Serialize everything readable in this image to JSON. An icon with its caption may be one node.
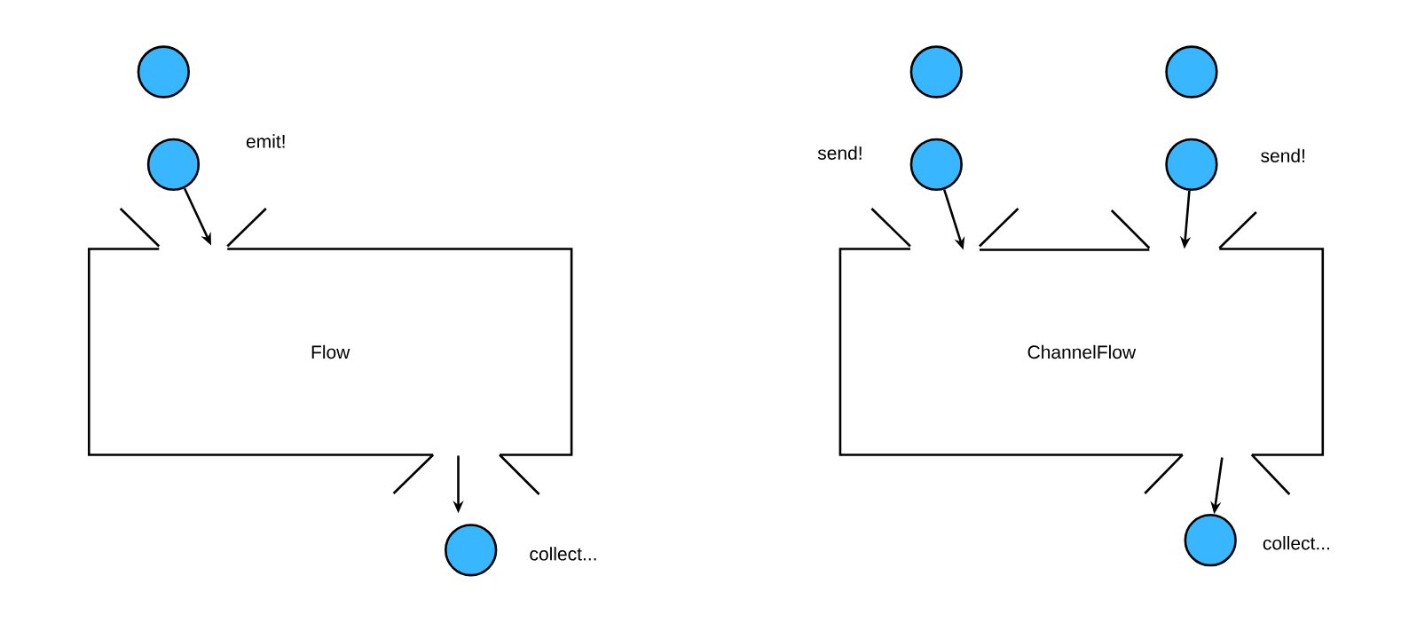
{
  "diagram": {
    "nodes": [
      {
        "text": [
          "Flow"
        ]
      },
      {
        "text": [],
        "shape": "circle"
      },
      {
        "text": [],
        "shape": "circle",
        "beside": [
          "emit!"
        ]
      },
      {
        "text": [],
        "shape": "circle",
        "beside": [
          "collect..."
        ]
      },
      {
        "text": [
          "ChannelFlow"
        ]
      },
      {
        "text": [],
        "shape": "circle"
      },
      {
        "text": [],
        "shape": "circle",
        "beside": [
          "send!"
        ]
      },
      {
        "text": [],
        "shape": "circle"
      },
      {
        "text": [],
        "shape": "circle",
        "beside": [
          "send!"
        ]
      },
      {
        "text": [],
        "shape": "circle",
        "beside": [
          "collect..."
        ]
      }
    ],
    "edges": [
      {
        "from": 2,
        "to": 0,
        "arrow": "to"
      },
      {
        "from": 0,
        "to": 3,
        "arrow": "to"
      },
      {
        "from": 6,
        "to": 4,
        "arrow": "to"
      },
      {
        "from": 8,
        "to": 4,
        "arrow": "to"
      },
      {
        "from": 4,
        "to": 9,
        "arrow": "to"
      }
    ]
  }
}
